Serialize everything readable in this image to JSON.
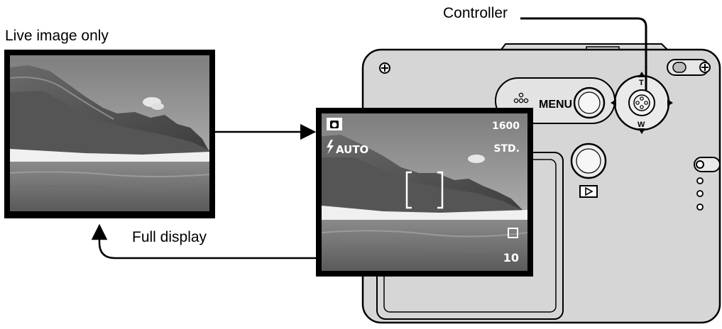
{
  "labels": {
    "live_image_only": "Live image only",
    "full_display": "Full display",
    "controller": "Controller"
  },
  "camera": {
    "menu_label": "MENU",
    "zoom_tele": "T",
    "zoom_wide": "W",
    "play_icon": "play-button-icon"
  },
  "osd": {
    "resolution": "1600",
    "quality": "STD.",
    "flash_mode": "AUTO",
    "frames_remaining": "10",
    "mode_icon": "camera-icon",
    "flash_icon": "flash-bolt-icon",
    "drive_icon": "single-frame-icon"
  }
}
